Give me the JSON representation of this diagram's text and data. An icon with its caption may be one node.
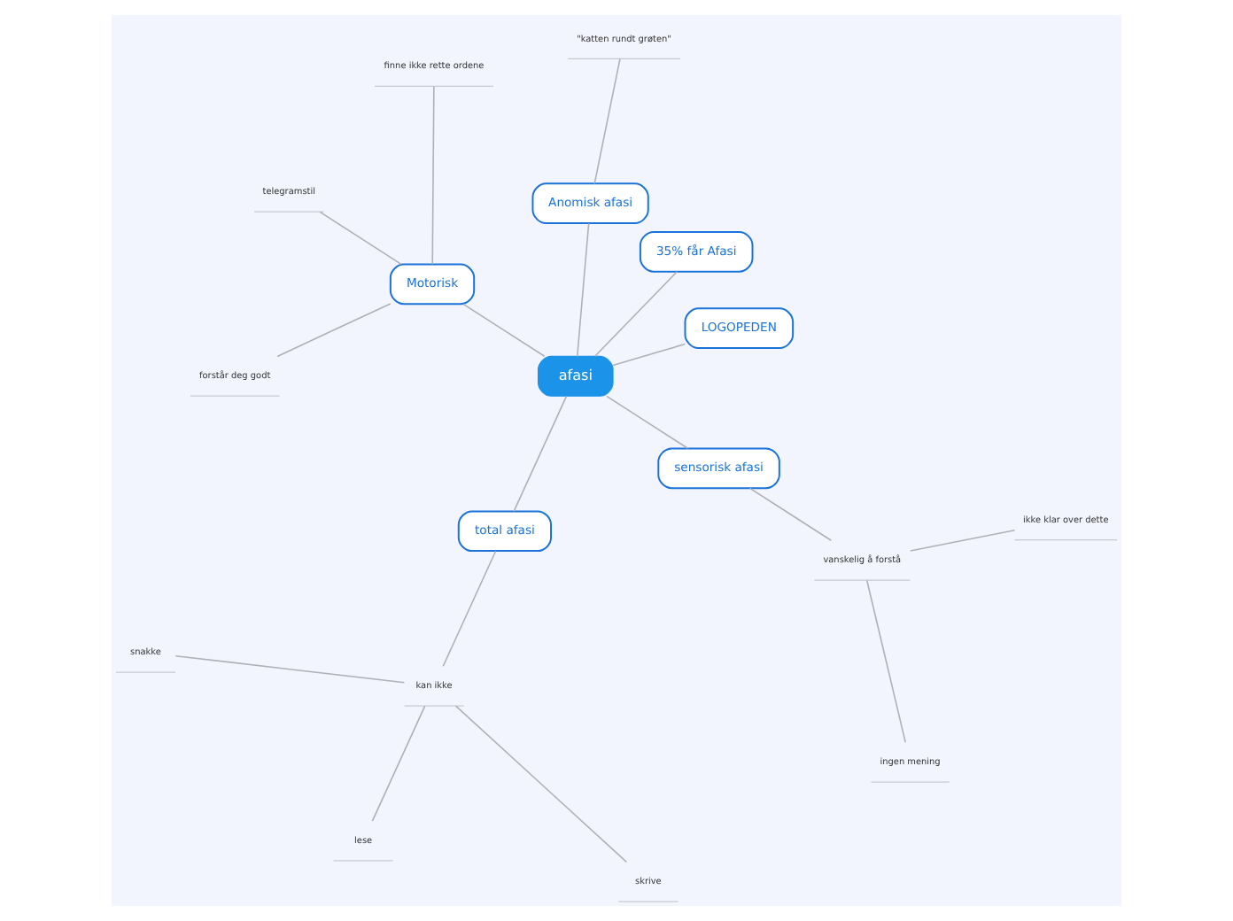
{
  "diagram": {
    "nodes": [
      {
        "text": [
          "afasi"
        ]
      },
      {
        "text": [
          "LOGOPEDEN"
        ]
      },
      {
        "text": [
          "35% får Afasi"
        ]
      },
      {
        "text": [
          "Anomisk afasi"
        ]
      },
      {
        "text": [
          "\"katten rundt grøten\""
        ]
      },
      {
        "text": [
          "Motorisk"
        ]
      },
      {
        "text": [
          "finne ikke rette ordene"
        ]
      },
      {
        "text": [
          "telegramstil"
        ]
      },
      {
        "text": [
          "forstår deg godt"
        ]
      },
      {
        "text": [
          "total afasi"
        ]
      },
      {
        "text": [
          "kan ikke"
        ]
      },
      {
        "text": [
          "snakke"
        ]
      },
      {
        "text": [
          "lese"
        ]
      },
      {
        "text": [
          "skrive"
        ]
      },
      {
        "text": [
          "sensorisk afasi"
        ]
      },
      {
        "text": [
          "vanskelig å forstå"
        ]
      },
      {
        "text": [
          "ingen mening"
        ]
      },
      {
        "text": [
          "ikke klar over dette"
        ]
      }
    ],
    "edges": [
      {
        "from": 0,
        "to": 1,
        "arrow": "none"
      },
      {
        "from": 0,
        "to": 2,
        "arrow": "none"
      },
      {
        "from": 0,
        "to": 3,
        "arrow": "none"
      },
      {
        "from": 3,
        "to": 4,
        "arrow": "none"
      },
      {
        "from": 0,
        "to": 5,
        "arrow": "none"
      },
      {
        "from": 5,
        "to": 6,
        "arrow": "none"
      },
      {
        "from": 5,
        "to": 7,
        "arrow": "none"
      },
      {
        "from": 5,
        "to": 8,
        "arrow": "none"
      },
      {
        "from": 0,
        "to": 9,
        "arrow": "none"
      },
      {
        "from": 9,
        "to": 10,
        "arrow": "none"
      },
      {
        "from": 10,
        "to": 11,
        "arrow": "none"
      },
      {
        "from": 10,
        "to": 12,
        "arrow": "none"
      },
      {
        "from": 10,
        "to": 13,
        "arrow": "none"
      },
      {
        "from": 0,
        "to": 14,
        "arrow": "none"
      },
      {
        "from": 14,
        "to": 15,
        "arrow": "none"
      },
      {
        "from": 15,
        "to": 16,
        "arrow": "none"
      },
      {
        "from": 15,
        "to": 17,
        "arrow": "none"
      }
    ]
  }
}
